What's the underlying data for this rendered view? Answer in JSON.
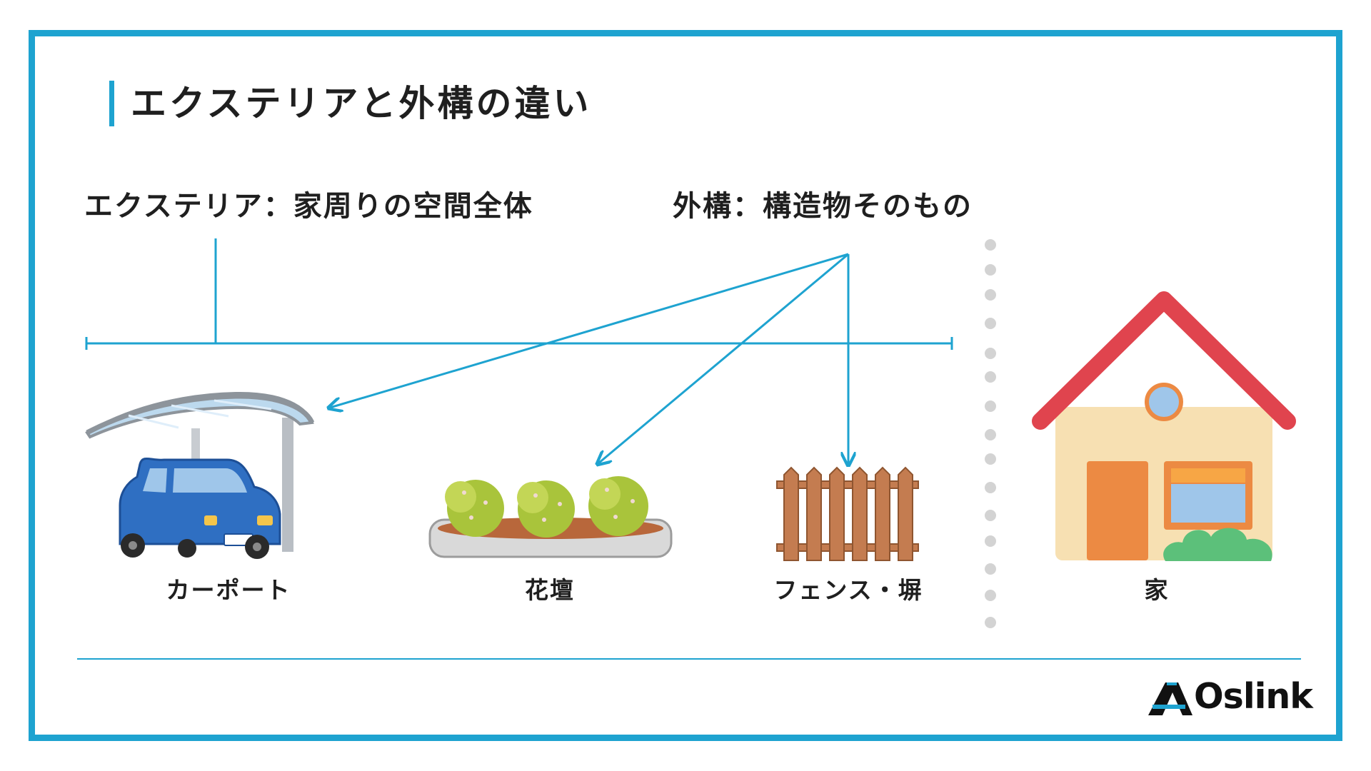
{
  "title": "エクステリアと外構の違い",
  "exterior_label": "エクステリア：家周りの空間全体",
  "gaikou_label": "外構：構造物そのもの",
  "items": {
    "carport": "カーポート",
    "flowerbed": "花壇",
    "fence": "フェンス・塀",
    "house": "家"
  },
  "logo": {
    "text": "Oslink"
  },
  "colors": {
    "accent": "#1ea3d0",
    "car": "#2f6fc2",
    "roof": "#e0444e",
    "house_wall": "#f7e0b2",
    "door": "#ec8a43",
    "fence": "#c47c50",
    "bush": "#5cc07a",
    "divider": "#d3d3d3"
  }
}
